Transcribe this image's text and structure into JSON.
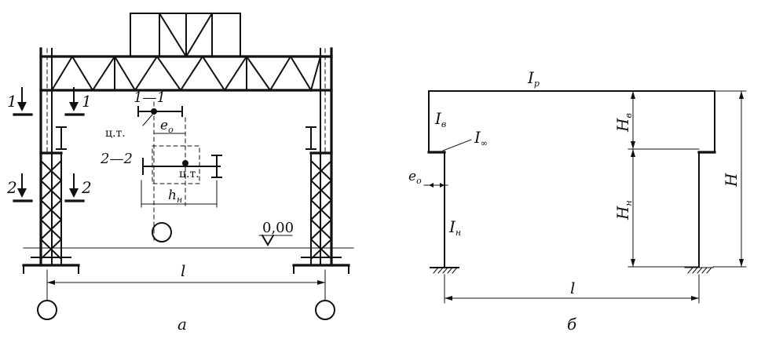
{
  "frame_a": {
    "caption": "а",
    "section_1": "1",
    "section_1_right": "1",
    "section_2": "2",
    "section_2_right": "2",
    "section_label_1": "1—1",
    "section_label_2": "2—2",
    "cg_label_1": "ц.т.",
    "cg_label_2": "ц.т.",
    "eccentricity_main": "e",
    "eccentricity_sub": "о",
    "width_main": "h",
    "width_sub": "н",
    "elevation": "0,00",
    "span": "l"
  },
  "frame_b": {
    "caption": "б",
    "i_roof_main": "I",
    "i_roof_sub": "р",
    "i_upper_main": "I",
    "i_upper_sub": "в",
    "i_inf_main": "I",
    "i_inf_sub": "∞",
    "i_lower_main": "I",
    "i_lower_sub": "н",
    "ecc_main": "e",
    "ecc_sub": "о",
    "h_upper_main": "H",
    "h_upper_sub": "в",
    "h_lower_main": "H",
    "h_lower_sub": "н",
    "h_total": "H",
    "span": "l"
  }
}
